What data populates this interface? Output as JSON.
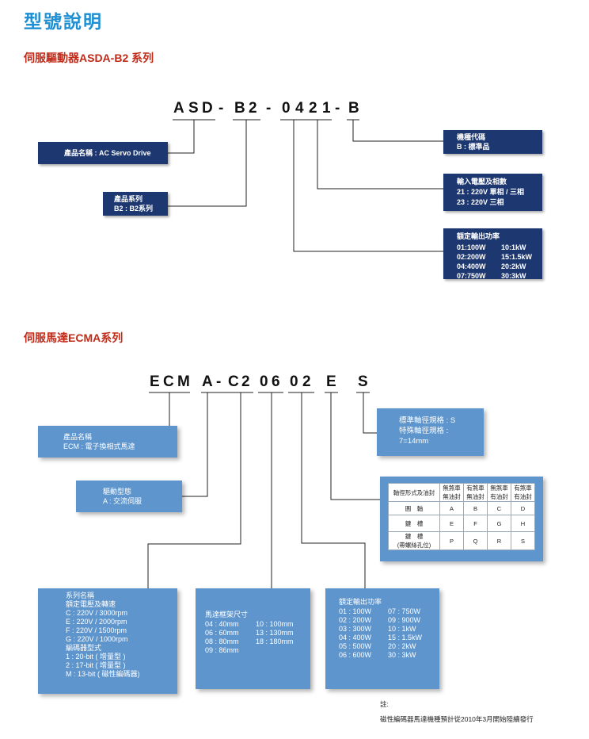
{
  "page_title": "型號說明",
  "drive": {
    "section_title": "伺服驅動器ASDA-B2 系列",
    "code_chars": [
      "A",
      "S",
      "D",
      "-",
      "B",
      "2",
      "-",
      "0",
      "4",
      "2",
      "1",
      "-",
      "B"
    ],
    "product_name": "產品名稱 : AC Servo Drive",
    "series": [
      "產品系列",
      "B2 : B2系列"
    ],
    "model_code": [
      "機種代碼",
      "B : 標準品"
    ],
    "input_voltage": [
      "輸入電壓及相數",
      "21 : 220V 單相 / 三相",
      "23 : 220V 三相"
    ],
    "rated_power_title": "額定輸出功率",
    "rated_power_rows": [
      [
        "01:100W",
        "10:1kW"
      ],
      [
        "02:200W",
        "15:1.5kW"
      ],
      [
        "04:400W",
        "20:2kW"
      ],
      [
        "07:750W",
        "30:3kW"
      ]
    ]
  },
  "motor": {
    "section_title": "伺服馬達ECMA系列",
    "code_chars": [
      "E",
      "C",
      "M",
      "A",
      "-",
      "C",
      "2",
      "0",
      "6",
      "0",
      "2",
      "E",
      "S"
    ],
    "product_name": [
      "產品名稱",
      "ECM : 電子換相式馬達"
    ],
    "drive_type": [
      "驅動型態",
      "A : 交流伺服"
    ],
    "shaft_spec": [
      "標準軸徑規格 : S",
      "特殊軸徑規格 :",
      "7=14mm"
    ],
    "shaft_table": {
      "corner": "軸徑形式及油封",
      "headers": [
        [
          "無煞車",
          "無油封"
        ],
        [
          "有煞車",
          "無油封"
        ],
        [
          "無煞車",
          "有油封"
        ],
        [
          "有煞車",
          "有油封"
        ]
      ],
      "rows": [
        {
          "label": [
            "圓　軸"
          ],
          "values": [
            "A",
            "B",
            "C",
            "D"
          ]
        },
        {
          "label": [
            "鍵　槽"
          ],
          "values": [
            "E",
            "F",
            "G",
            "H"
          ]
        },
        {
          "label": [
            "鍵　槽",
            "(帶螺絲孔位)"
          ],
          "values": [
            "P",
            "Q",
            "R",
            "S"
          ]
        }
      ]
    },
    "series_box": [
      "系列名稱",
      "額定電壓及轉速",
      "C : 220V / 3000rpm",
      "E : 220V / 2000rpm",
      "F : 220V / 1500rpm",
      "G : 220V / 1000rpm",
      "編碼器型式",
      "1 : 20-bit ( 增量型 )",
      "2 : 17-bit ( 增量型 )",
      "M : 13-bit ( 磁性編碼器)"
    ],
    "frame_title": "馬達框架尺寸",
    "frame_rows": [
      [
        "04 : 40mm",
        "10 : 100mm"
      ],
      [
        "06 : 60mm",
        "13 : 130mm"
      ],
      [
        "08 : 80mm",
        "18 : 180mm"
      ],
      [
        "09 : 86mm",
        ""
      ]
    ],
    "power_title": "額定輸出功率",
    "power_rows": [
      [
        "01 : 100W",
        "07 : 750W"
      ],
      [
        "02 : 200W",
        "09 : 900W"
      ],
      [
        "03 : 300W",
        "10 : 1kW"
      ],
      [
        "04 : 400W",
        "15 : 1.5kW"
      ],
      [
        "05 : 500W",
        "20 : 2kW"
      ],
      [
        "06 : 600W",
        "30 : 3kW"
      ]
    ]
  },
  "note": {
    "label": "註:",
    "text": "磁性編碼器馬達機種預計從2010年3月開始陸續發行"
  }
}
